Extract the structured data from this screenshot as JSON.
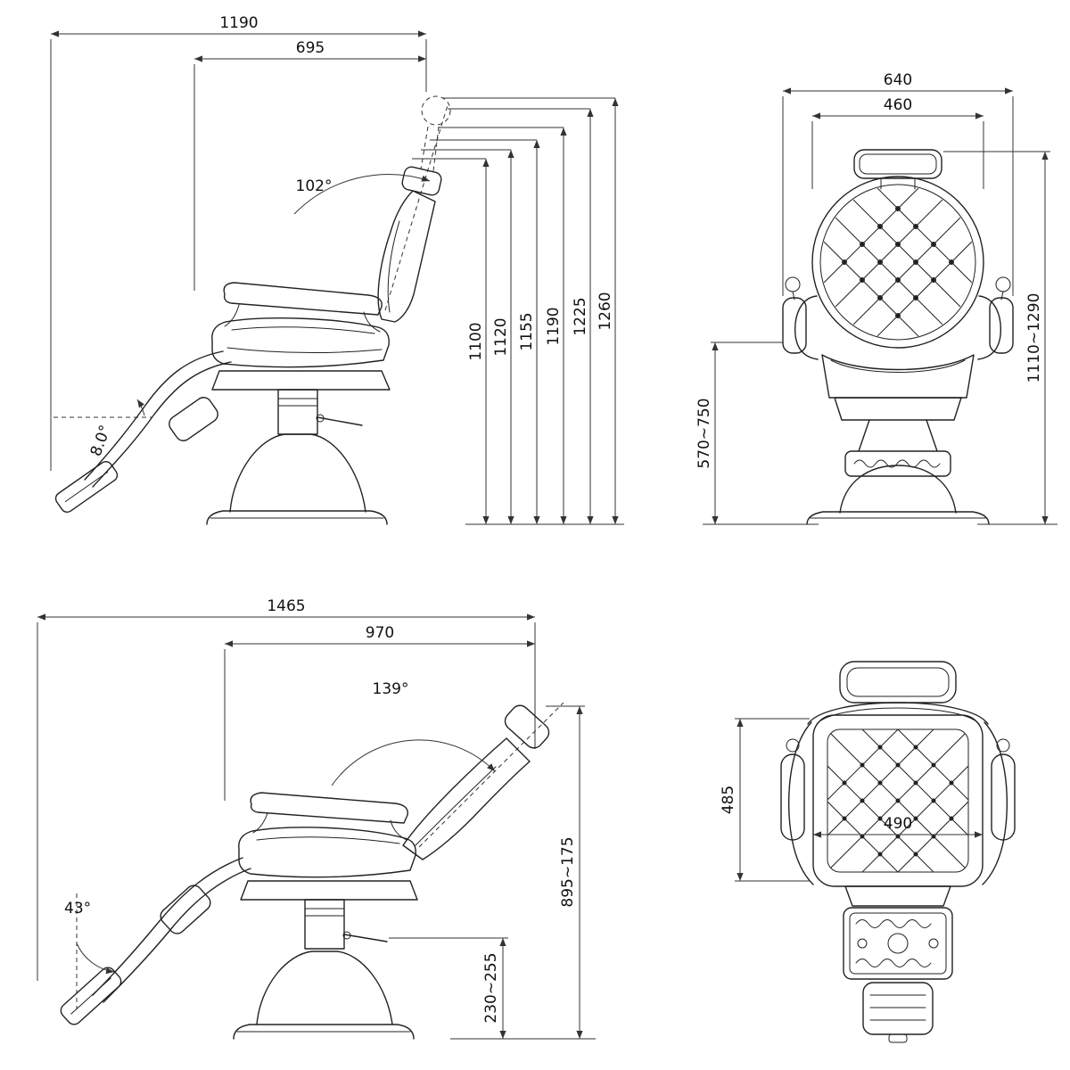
{
  "page": {
    "background": "#ffffff",
    "line_color": "#222222",
    "type_label": "barber-chair-dimension-drawing"
  },
  "views": {
    "side_upright": {
      "dim_width_overall": "1190",
      "dim_width_seat": "695",
      "angle_backrest": "102°",
      "angle_seat": "8.0°",
      "dim_heights": [
        "1100",
        "1120",
        "1155",
        "1190",
        "1225",
        "1260"
      ]
    },
    "front": {
      "dim_width_overall": "640",
      "dim_width_inner": "460",
      "dim_height_seat_range": "570~750",
      "dim_height_overall_range": "1110~1290"
    },
    "side_reclined": {
      "dim_length_overall": "1465",
      "dim_length_recline": "970",
      "angle_backrest": "139°",
      "angle_footrest": "43°",
      "dim_height_lever_range": "230~255",
      "dim_height_overall_range": "895~175"
    },
    "top": {
      "dim_depth_seat": "485",
      "dim_width_seat": "490"
    }
  }
}
